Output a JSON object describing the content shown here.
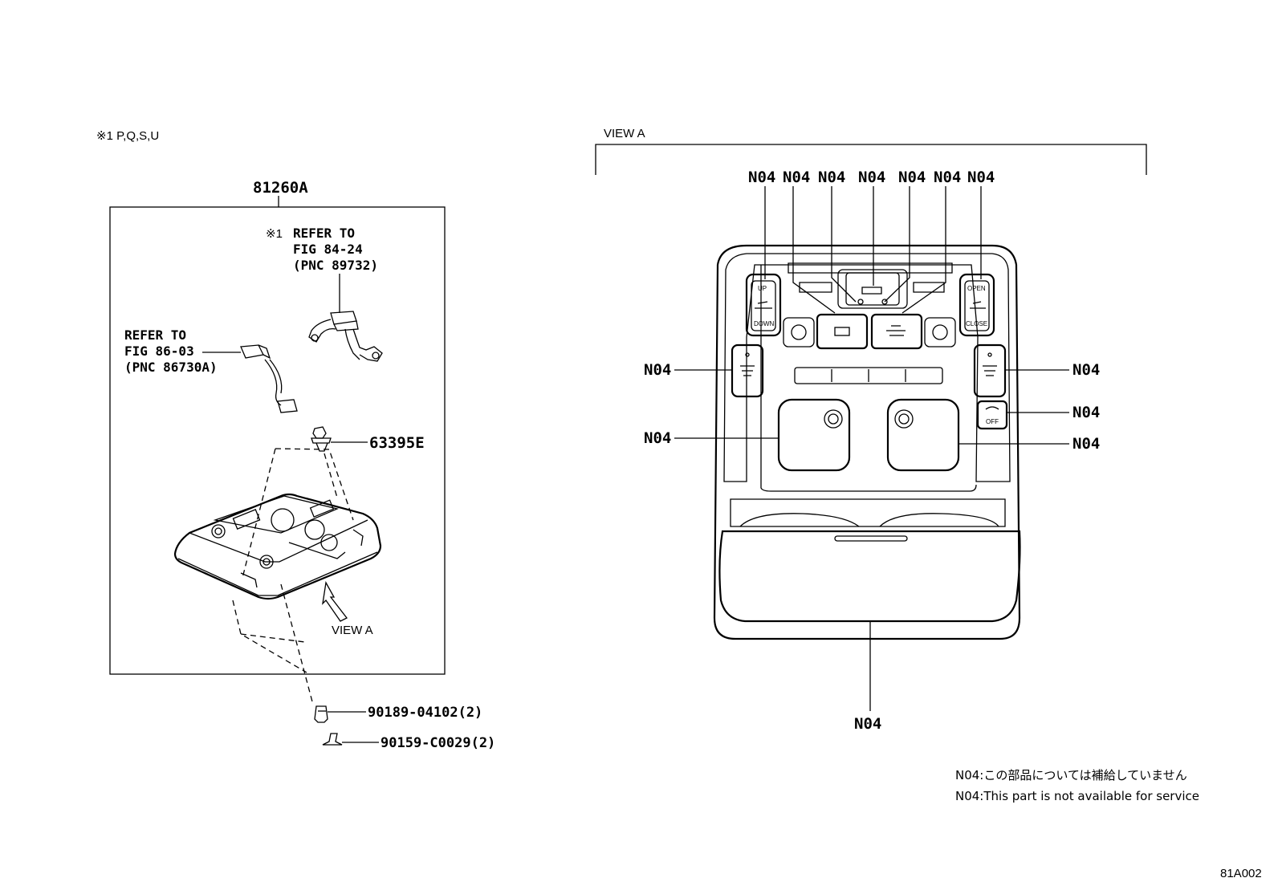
{
  "footnote": "※1 P,Q,S,U",
  "left_panel": {
    "assembly_part": "81260A",
    "ref1": {
      "marker": "※1",
      "line1": "REFER TO",
      "line2": "FIG 84-24",
      "line3": "(PNC 89732)"
    },
    "ref2": {
      "line1": "REFER TO",
      "line2": "FIG 86-03",
      "line3": "(PNC 86730A)"
    },
    "clip_part": "63395E",
    "view_label": "VIEW A"
  },
  "screws": [
    {
      "part": "90189-04102(2)"
    },
    {
      "part": "90159-C0029(2)"
    }
  ],
  "view_a": {
    "title": "VIEW A",
    "code": "N04",
    "buttons": {
      "up": "UP",
      "down": "DOWN",
      "open": "OPEN",
      "close": "CLOSE",
      "off": "OFF"
    }
  },
  "notes": [
    "N04:この部品については補給していません",
    "N04:This part is not available for service"
  ],
  "figure_id": "81A002"
}
